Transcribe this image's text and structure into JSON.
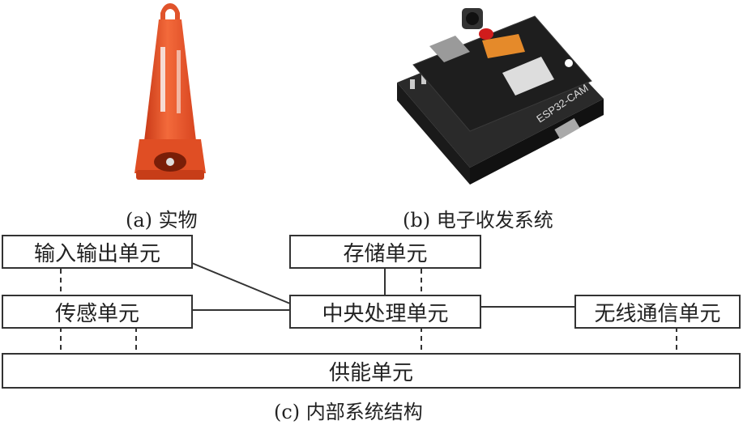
{
  "captions": {
    "a": "(a) 实物",
    "b": "(b) 电子收发系统",
    "c": "(c) 内部系统结构"
  },
  "board": {
    "silkscreen": "ESP32-CAM"
  },
  "units": {
    "io": "输入输出单元",
    "storage": "存储单元",
    "sensor": "传感单元",
    "cpu": "中央处理单元",
    "wireless": "无线通信单元",
    "power": "供能单元"
  },
  "colors": {
    "cone": "#f0562a",
    "cone_dark": "#c93a17",
    "board": "#1b1b1b",
    "line": "#333333"
  }
}
